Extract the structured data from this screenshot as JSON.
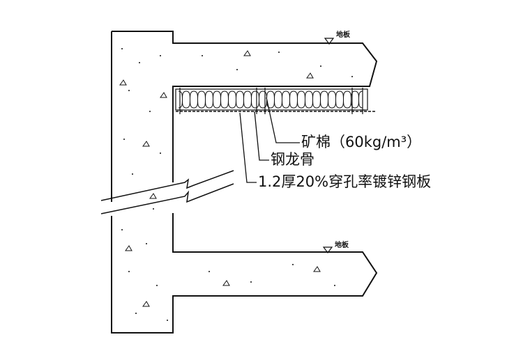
{
  "labels": {
    "floor_top": "地板",
    "floor_bottom": "地板",
    "mineral_wool": "矿棉（60kg/m³）",
    "steel_keel": "钢龙骨",
    "perforated_plate": "1.2厚20%穿孔率镀锌钢板"
  },
  "colors": {
    "line": "#111111",
    "concrete_fill": "#ffffff"
  },
  "icons": {
    "level_mark": "triangle-down-level-icon"
  }
}
